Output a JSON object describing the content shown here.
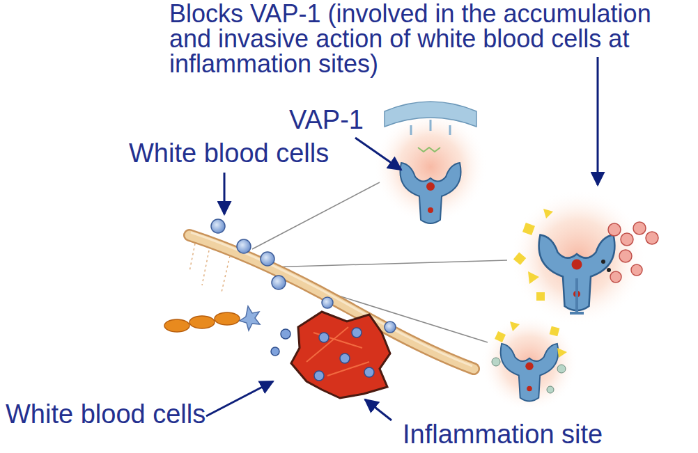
{
  "diagram": {
    "labels": [
      "Blocks VAP-1 (involved in the accumulation and invasive action of white blood cells at inflammation sites)",
      "VAP-1",
      "White blood cells",
      "White blood cells",
      "Inflammation site"
    ]
  }
}
